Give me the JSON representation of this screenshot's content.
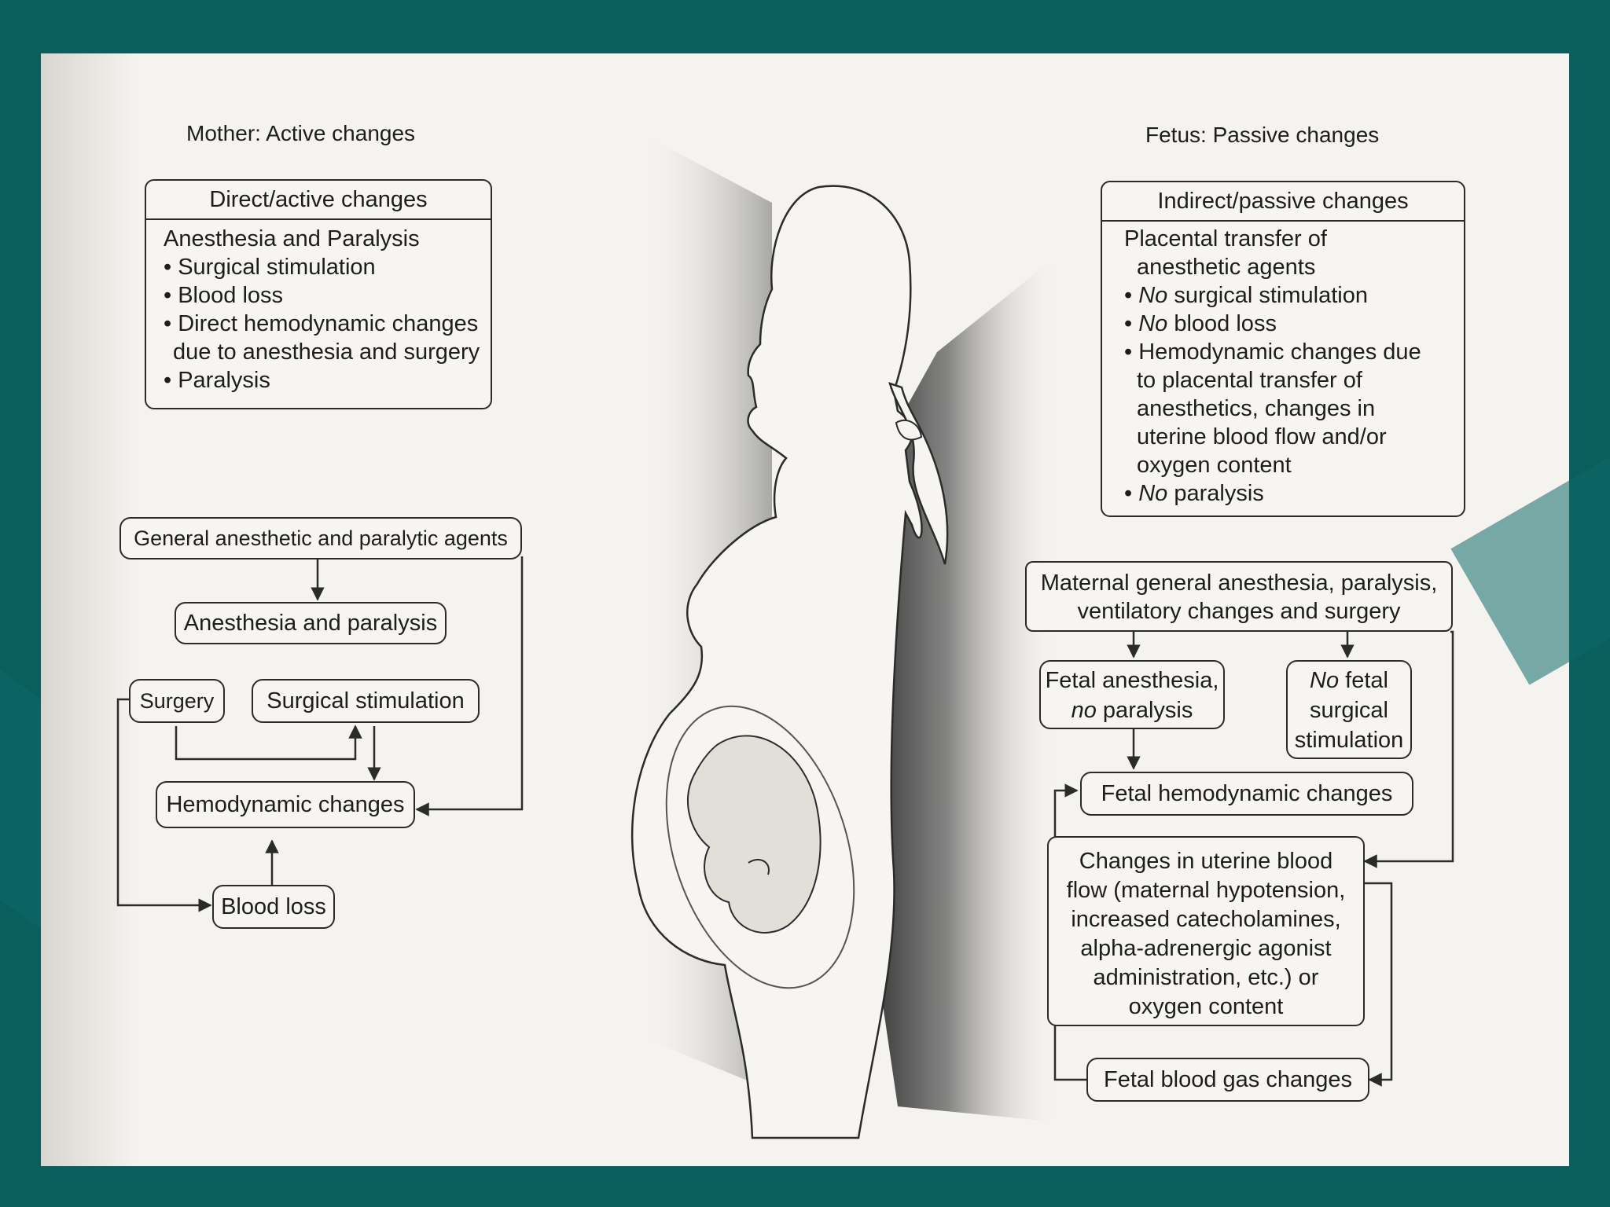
{
  "mother": {
    "heading": "Mother: Active changes",
    "box_title": "Direct/active changes",
    "box_lines": [
      "Anesthesia and Paralysis",
      "• Surgical stimulation",
      "• Blood loss",
      "• Direct hemodynamic changes",
      "  due to anesthesia and surgery",
      "• Paralysis"
    ],
    "flow": {
      "agents": "General anesthetic and paralytic agents",
      "anesthesia": "Anesthesia and paralysis",
      "surgery": "Surgery",
      "stimulation": "Surgical stimulation",
      "hemodynamic": "Hemodynamic changes",
      "blood_loss": "Blood loss"
    }
  },
  "fetus": {
    "heading": "Fetus: Passive changes",
    "box_title": "Indirect/passive changes",
    "box_lines": [
      "Placental transfer of",
      "  anesthetic agents",
      "• No surgical stimulation",
      "• No blood loss",
      "• Hemodynamic changes due",
      "  to placental transfer of",
      "  anesthetics, changes in",
      "  uterine blood flow and/or",
      "  oxygen content",
      "• No paralysis"
    ],
    "flow": {
      "maternal_l1": "Maternal general anesthesia, paralysis,",
      "maternal_l2": "ventilatory changes and surgery",
      "fetal_anes_l1": "Fetal anesthesia,",
      "fetal_anes_l2": "no paralysis",
      "no_stim_l1": "No fetal",
      "no_stim_l2": "surgical",
      "no_stim_l3": "stimulation",
      "fetal_hemo": "Fetal hemodynamic changes",
      "uterine_lines": [
        "Changes in uterine blood",
        "flow (maternal hypotension,",
        "increased catecholamines,",
        "alpha-adrenergic agonist",
        "administration, etc.) or",
        "oxygen content"
      ],
      "blood_gas": "Fetal blood gas changes"
    }
  },
  "colors": {
    "slide_background": "#0a5e5c",
    "page": "#f5f3ef",
    "ink": "#1d1d1d"
  }
}
